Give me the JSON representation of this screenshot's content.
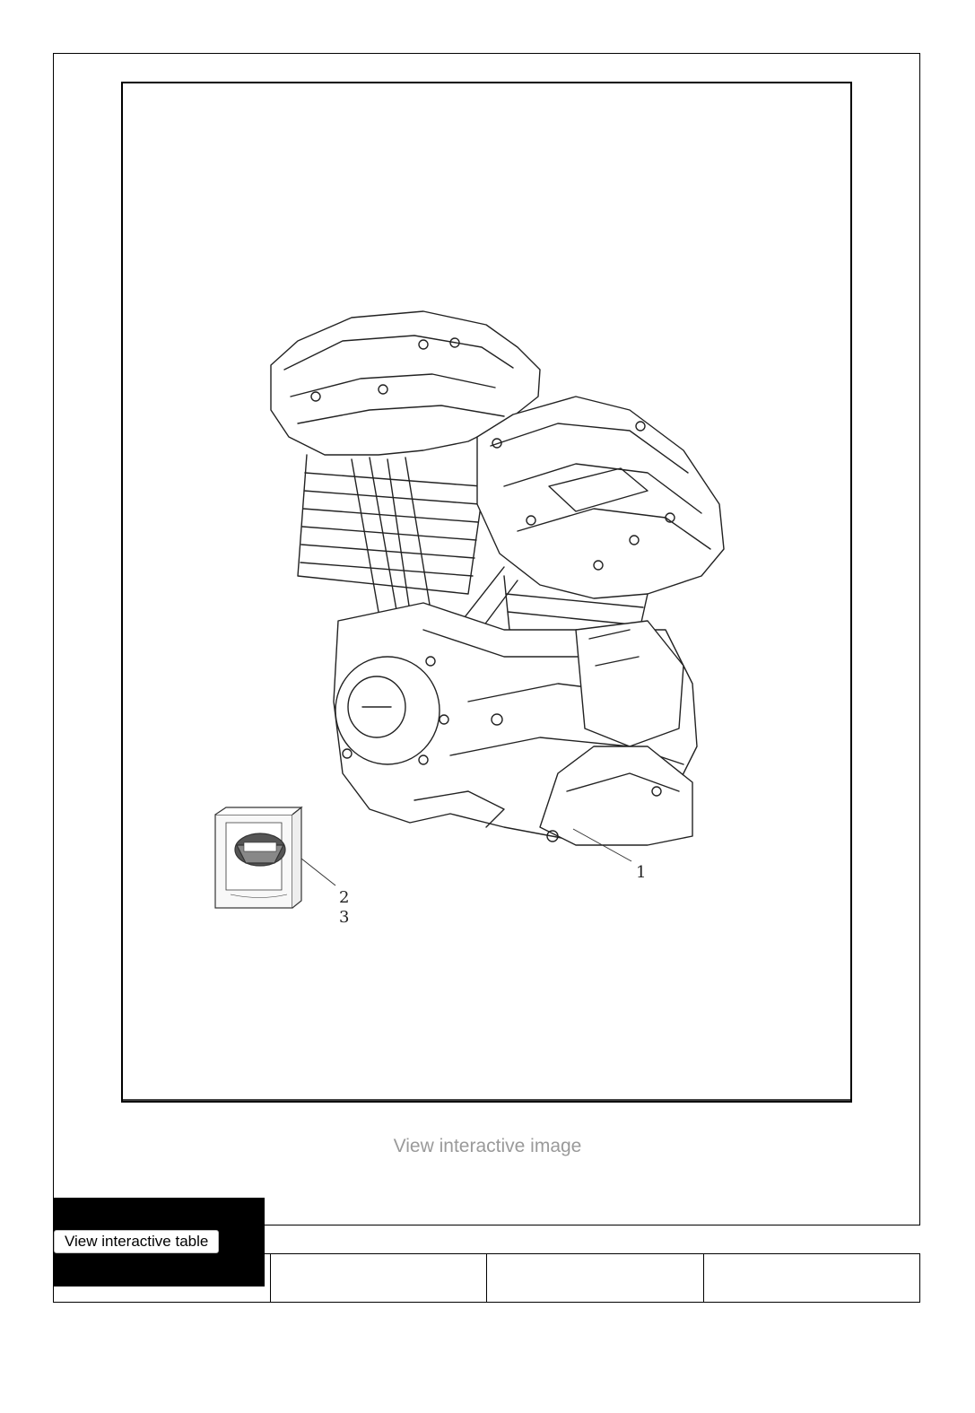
{
  "figure": {
    "callouts": [
      "1",
      "2",
      "3"
    ],
    "view_image_label": "View interactive image"
  },
  "table": {
    "view_table_label": "View interactive table",
    "cells": [
      "",
      "",
      "",
      ""
    ]
  }
}
